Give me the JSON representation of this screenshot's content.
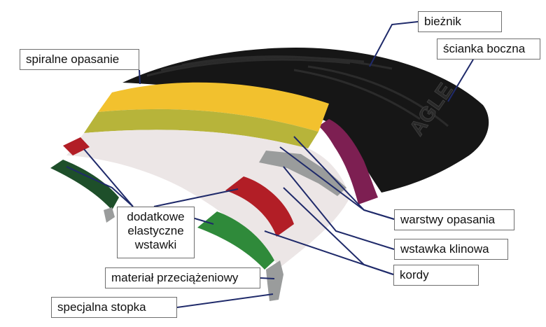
{
  "labels": {
    "bieznik": "bieżnik",
    "scianka_boczna": "ścianka boczna",
    "spiralne_opasanie": "spiralne opasanie",
    "dodatkowe_elastyczne_wstawki": "dodatkowe elastyczne wstawki",
    "warstwy_opasania": "warstwy opasania",
    "wstawka_klinowa": "wstawka klinowa",
    "kordy": "kordy",
    "material_przeciazeniowy": "materiał przeciążeniowy",
    "specjalna_stopka": "specjalna stopka"
  },
  "sidewall_text": "AGLE",
  "colors": {
    "tread": "#161616",
    "yellow_layer": "#f2c12e",
    "olive_layer": "#b7b43a",
    "white_layer": "#ece6e6",
    "grey_belt": "#9a9c9c",
    "red_insert": "#b21e26",
    "green_insert": "#2f8a3a",
    "dark_green": "#1e4f2a",
    "magenta": "#7d1f52",
    "leader_line": "#1f2a6a"
  }
}
